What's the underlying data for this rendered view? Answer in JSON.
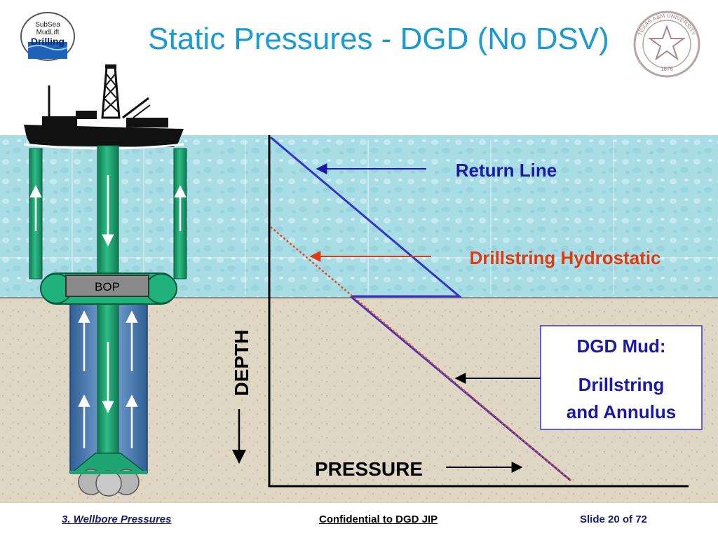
{
  "slide": {
    "title": "Static Pressures - DGD (No DSV)",
    "logo_left_text": [
      "SubSea",
      "MudLift",
      "Drilling"
    ],
    "logo_right_text": [
      "TEXAS A&M UNIVERSITY",
      "1876"
    ]
  },
  "diagram": {
    "bop_label": "BOP",
    "depth_label": "DEPTH",
    "pressure_label": "PRESSURE",
    "return_line_label": "Return Line",
    "drillstring_hydrostatic_label": "Drillstring Hydrostatic",
    "dgd_mud_box": [
      "DGD Mud:",
      "Drillstring",
      "and Annulus"
    ],
    "colors": {
      "seawater": "#a9dde6",
      "seabed": "#e0d6c4",
      "return_line": "#3333cc",
      "drillstring_hydrostatic": "#e84a1a",
      "title": "#1b9bd1",
      "pipe": "#159c6c"
    }
  },
  "footer": {
    "section": "3. Wellbore Pressures",
    "confidential": "Confidential to DGD JIP",
    "slide_number": "Slide 20 of 72"
  }
}
